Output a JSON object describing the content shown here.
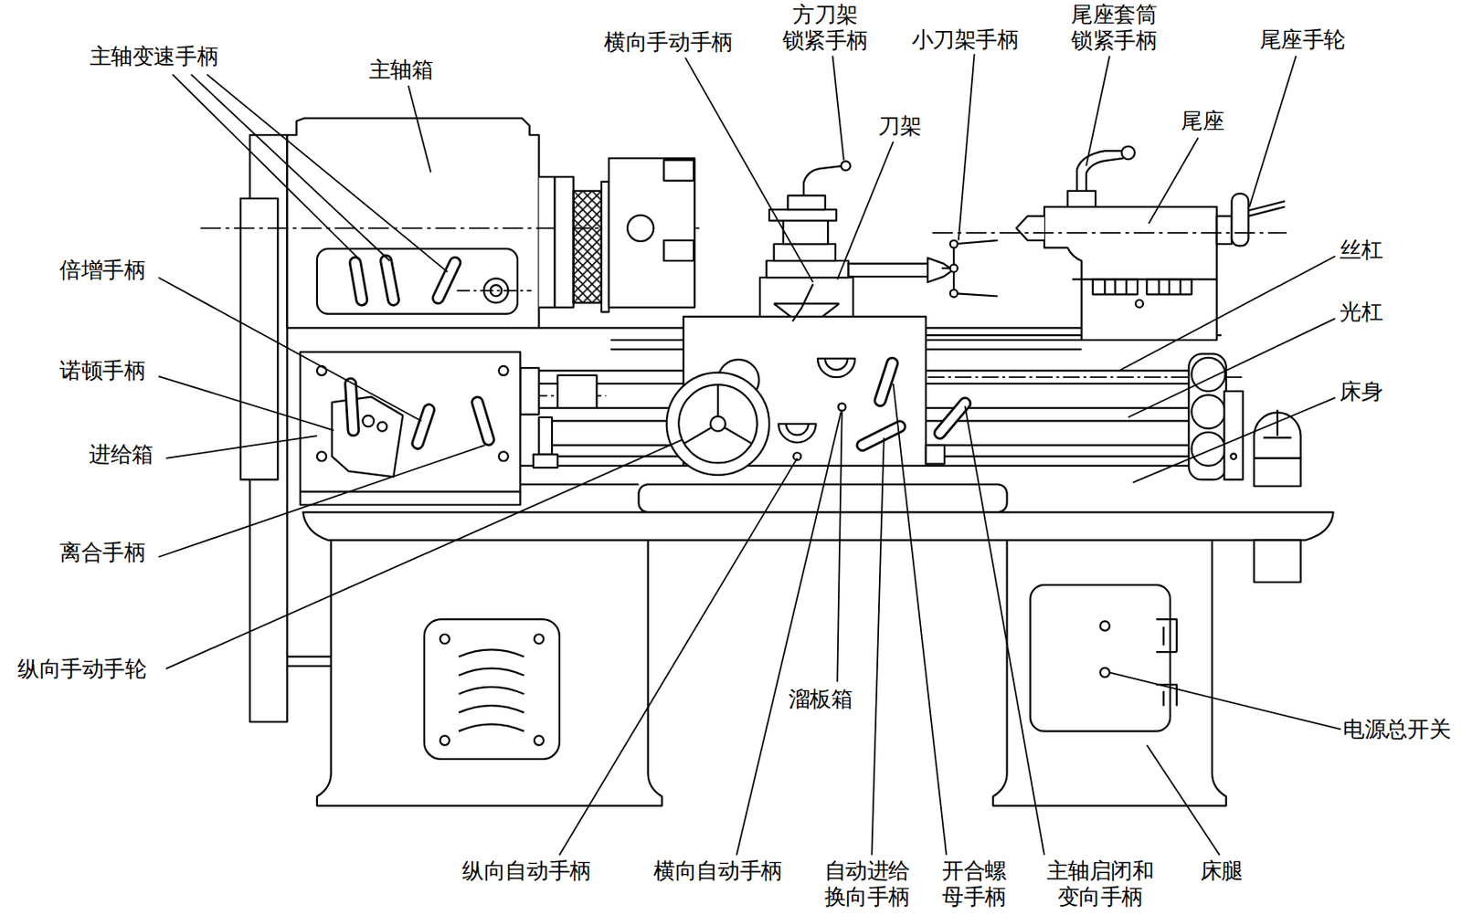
{
  "diagram": {
    "labels": [
      "主轴变速手柄",
      "主轴箱",
      "横向手动手柄",
      "方刀架 锁紧手柄",
      "小刀架手柄",
      "尾座套筒 锁紧手柄",
      "尾座手轮",
      "刀架",
      "尾座",
      "倍增手柄",
      "诺顿手柄",
      "进给箱",
      "离合手柄",
      "纵向手动手轮",
      "丝杠",
      "光杠",
      "床身",
      "溜板箱",
      "电源总开关",
      "纵向自动手柄",
      "横向自动手柄",
      "自动进给 换向手柄",
      "开合螺 母手柄",
      "主轴启闭和 变向手柄",
      "床腿"
    ]
  }
}
